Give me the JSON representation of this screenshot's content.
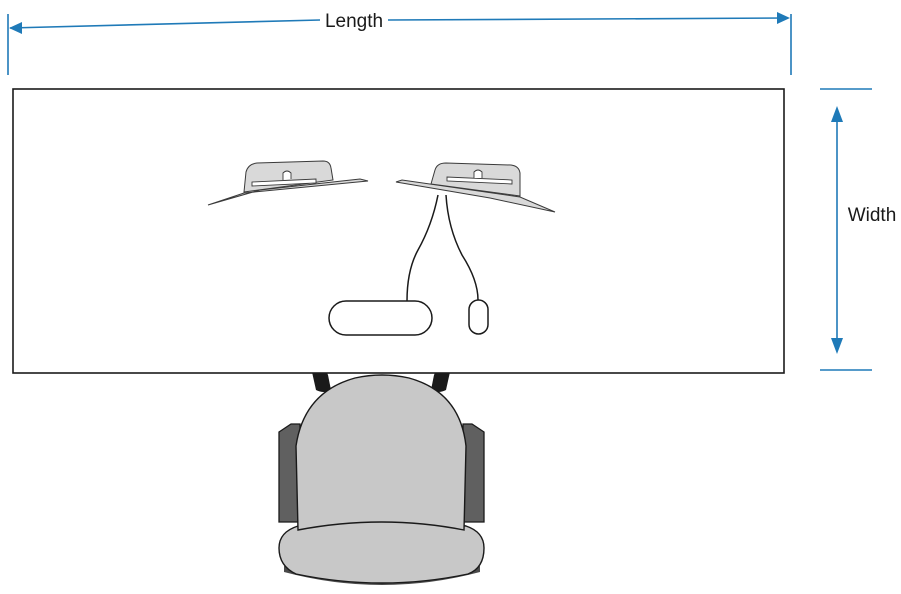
{
  "dimensions": {
    "length_label": "Length",
    "width_label": "Width",
    "arrow_color": "#1f7ab8"
  },
  "desk": {
    "outline_color": "#1a1a1a",
    "fill_color": "#ffffff"
  },
  "items": {
    "monitors": [
      "left-monitor",
      "right-monitor"
    ],
    "input_devices": [
      "keyboard",
      "mouse"
    ],
    "chair": "office-chair"
  },
  "colors": {
    "monitor_fill": "#d9d9d9",
    "chair_seat": "#c8c8c8",
    "chair_arms": "#606060",
    "chair_casters": "#1a1a1a"
  }
}
